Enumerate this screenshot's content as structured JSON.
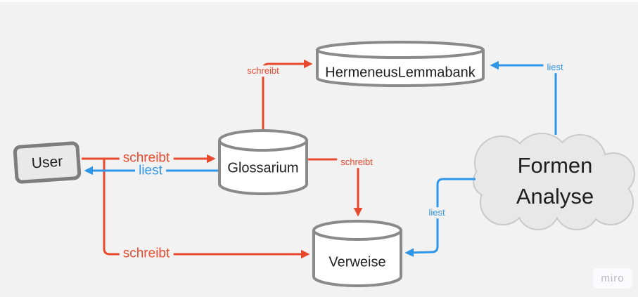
{
  "app": "miro",
  "watermark": {
    "label": "miro"
  },
  "colors": {
    "red": "#e8492c",
    "blue": "#3096e8",
    "shapeborder": "#8a8a8a",
    "shapefill": "#ffffff",
    "userfill": "#e9e9e9",
    "cloudfill": "#e8e8e8",
    "cloudborder": "#c9c9c9",
    "text": "#1f1f1f",
    "bg": "#f2f2f2",
    "mirotext": "#b9b7c8",
    "mirobg": "#fbfbfd"
  },
  "nodes": {
    "user": {
      "label": "User",
      "type": "rounded-rectangle"
    },
    "glossarium": {
      "label": "Glossarium",
      "type": "database-cylinder"
    },
    "hermeneus": {
      "label": "HermeneusLemmabank",
      "type": "database-cylinder"
    },
    "verweise": {
      "label": "Verweise",
      "type": "database-cylinder"
    },
    "formen_analyse": {
      "label_line1": "Formen",
      "label_line2": "Analyse",
      "type": "cloud"
    }
  },
  "edges": [
    {
      "id": "user-to-glossarium",
      "label": "schreibt",
      "color": "red",
      "from": "User",
      "to": "Glossarium"
    },
    {
      "id": "glossarium-to-user",
      "label": "liest",
      "color": "blue",
      "from": "Glossarium",
      "to": "User"
    },
    {
      "id": "user-to-verweise",
      "label": "schreibt",
      "color": "red",
      "from": "User",
      "to": "Verweise"
    },
    {
      "id": "glossarium-to-hermeneus",
      "label": "schreibt",
      "color": "red",
      "from": "Glossarium",
      "to": "HermeneusLemmabank"
    },
    {
      "id": "glossarium-to-verweise",
      "label": "schreibt",
      "color": "red",
      "from": "Glossarium",
      "to": "Verweise"
    },
    {
      "id": "formen-to-hermeneus",
      "label": "liest",
      "color": "blue",
      "from": "Formen Analyse",
      "to": "HermeneusLemmabank"
    },
    {
      "id": "formen-to-verweise",
      "label": "liest",
      "color": "blue",
      "from": "Formen Analyse",
      "to": "Verweise"
    }
  ]
}
